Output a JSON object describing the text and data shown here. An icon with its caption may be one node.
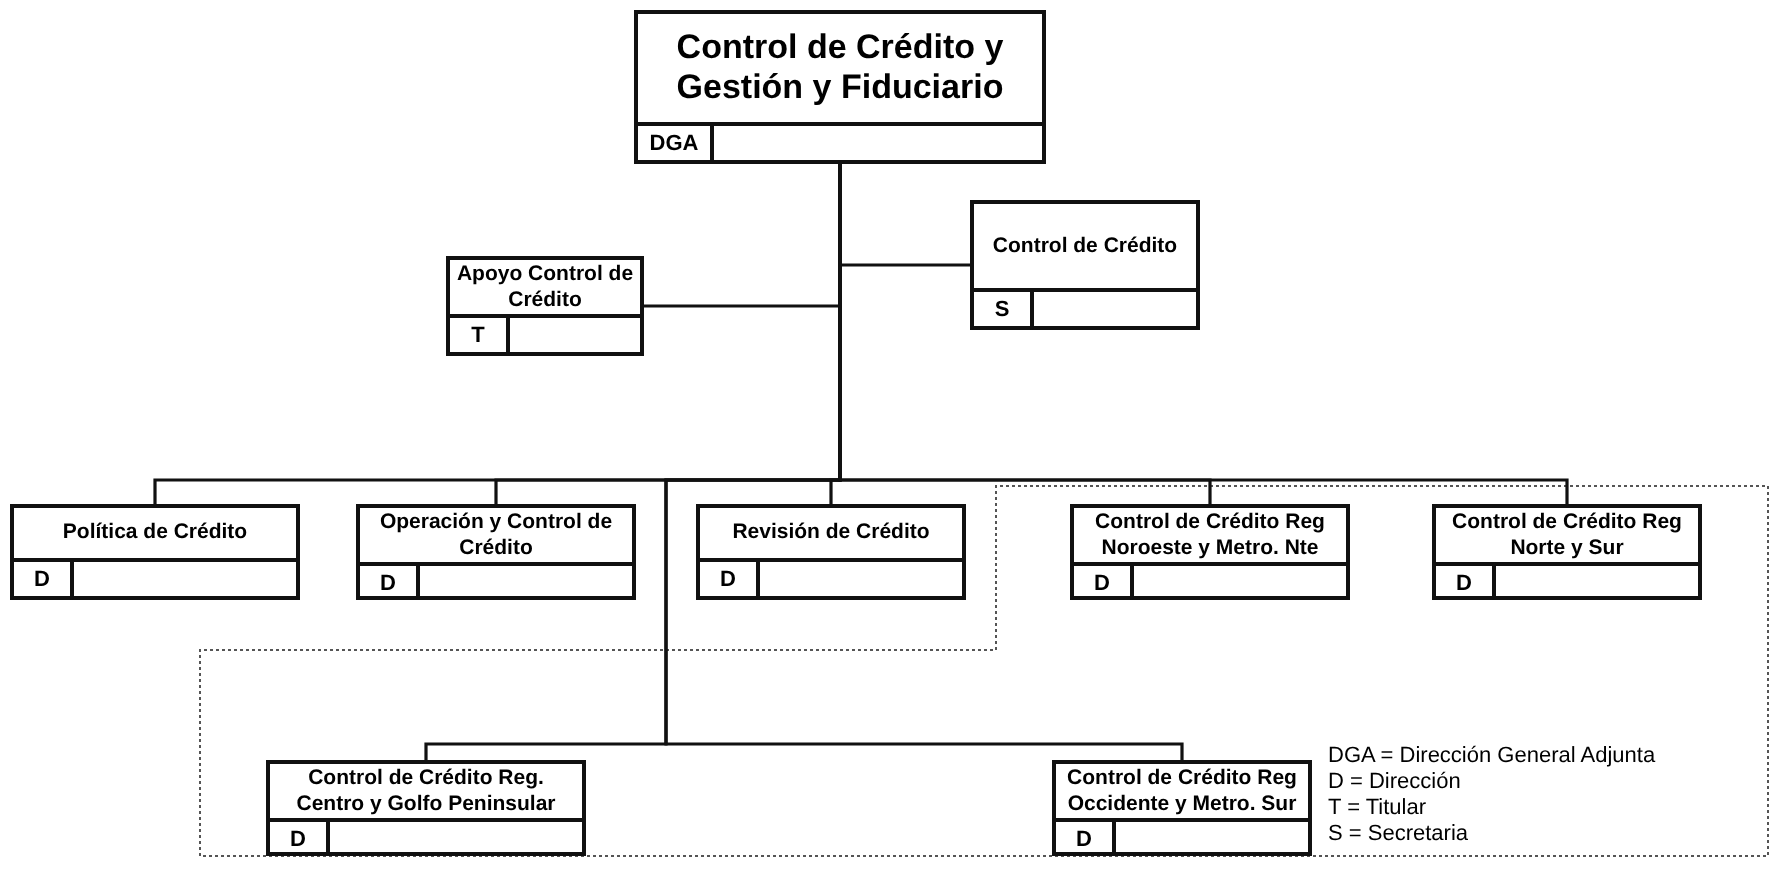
{
  "diagram": {
    "nodes": [
      {
        "text": [
          "Control de Crédito y Gestión y Fiduciario",
          "DGA"
        ]
      },
      {
        "text": [
          "Apoyo Control de Crédito",
          "T"
        ]
      },
      {
        "text": [
          "Control de Crédito",
          "S"
        ]
      },
      {
        "text": [
          "Política de Crédito",
          "D"
        ]
      },
      {
        "text": [
          "Operación y Control de Crédito",
          "D"
        ]
      },
      {
        "text": [
          "Revisión de Crédito",
          "D"
        ]
      },
      {
        "text": [
          "Control de Crédito Reg Noroeste y Metro. Nte",
          "D"
        ]
      },
      {
        "text": [
          "Control de Crédito Reg Norte y Sur",
          "D"
        ]
      },
      {
        "text": [
          "Control de Crédito Reg. Centro y Golfo Peninsular",
          "D"
        ]
      },
      {
        "text": [
          "Control de Crédito Reg Occidente y Metro. Sur",
          "D"
        ]
      }
    ],
    "edges": [
      {
        "from": 0,
        "to": 1,
        "arrow": "none"
      },
      {
        "from": 0,
        "to": 2,
        "arrow": "none"
      },
      {
        "from": 0,
        "to": 3,
        "arrow": "none"
      },
      {
        "from": 0,
        "to": 4,
        "arrow": "none"
      },
      {
        "from": 0,
        "to": 5,
        "arrow": "none"
      },
      {
        "from": 0,
        "to": 6,
        "arrow": "none"
      },
      {
        "from": 0,
        "to": 7,
        "arrow": "none"
      },
      {
        "from": 0,
        "to": 8,
        "arrow": "none"
      },
      {
        "from": 0,
        "to": 9,
        "arrow": "none"
      }
    ],
    "labels": [
      "DGA = Dirección General Adjunta",
      "D = Dirección",
      "T = Titular",
      "S = Secretaria"
    ]
  }
}
